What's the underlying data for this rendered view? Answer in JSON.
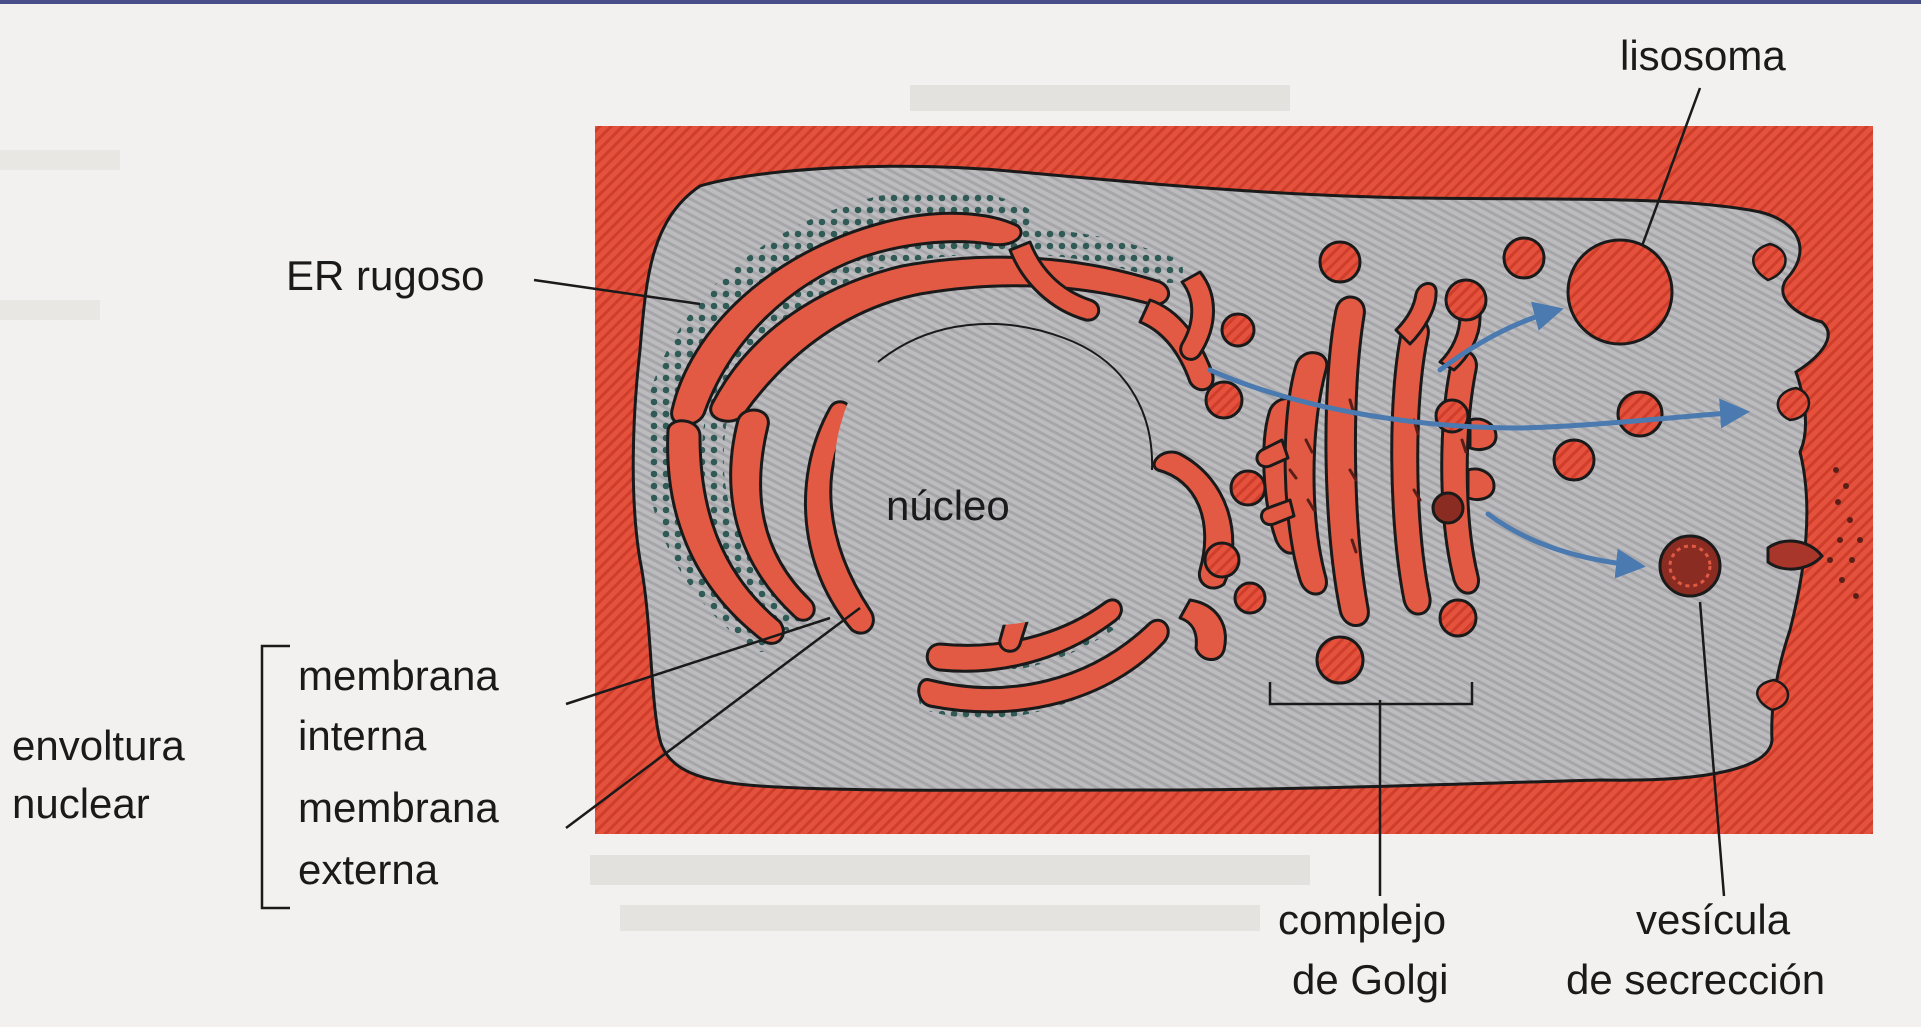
{
  "diagram": {
    "labels": {
      "lysosome": "lisosoma",
      "rough_er": "ER rugoso",
      "nucleus": "núcleo",
      "inner_membrane": [
        "membrana",
        "interna"
      ],
      "outer_membrane": [
        "membrana",
        "externa"
      ],
      "nuclear_envelope": [
        "envoltura",
        "nuclear"
      ],
      "golgi": [
        "complejo",
        "de Golgi"
      ],
      "secretory_vesicle": [
        "vesícula",
        "de secrección"
      ]
    },
    "colors": {
      "outside": "#e4523e",
      "cytosol": "#b8b8bb",
      "organelle": "#e25a44",
      "ribosome": "#2f5a55",
      "arrow": "#4a7ab0",
      "text": "#1a1a1a"
    }
  }
}
